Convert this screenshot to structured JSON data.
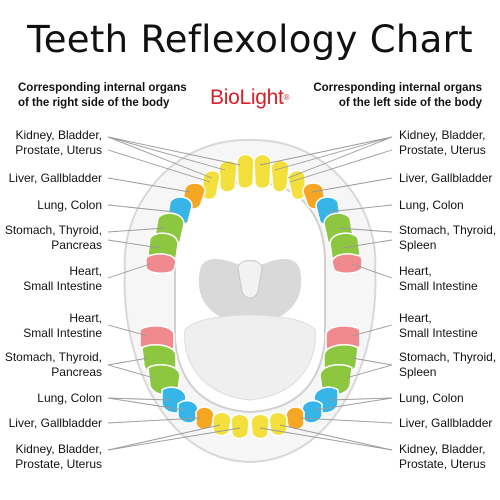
{
  "title": "Teeth Reflexology Chart",
  "header_left": [
    "Corresponding internal organs",
    "of the right side of the body"
  ],
  "header_right": [
    "Corresponding internal organs",
    "of the left side of the body"
  ],
  "brand": {
    "name": "BioLight",
    "mark": "®"
  },
  "labels": {
    "kidney": [
      "Kidney, Bladder,",
      "Prostate, Uterus"
    ],
    "liver": [
      "Liver, Gallbladder"
    ],
    "lung": [
      "Lung, Colon"
    ],
    "stomach_right": [
      "Stomach, Thyroid,",
      "Pancreas"
    ],
    "stomach_left": [
      "Stomach, Thyroid,",
      "Spleen"
    ],
    "heart": [
      "Heart,",
      "Small Intestine"
    ]
  },
  "colors": {
    "kidney": "#f4e03c",
    "liver": "#f5a623",
    "lung": "#35b5e8",
    "stomach": "#8dc63f",
    "heart": "#f08a8e",
    "gum": "#e8e8e8",
    "mouth": "#d9d9d9"
  }
}
